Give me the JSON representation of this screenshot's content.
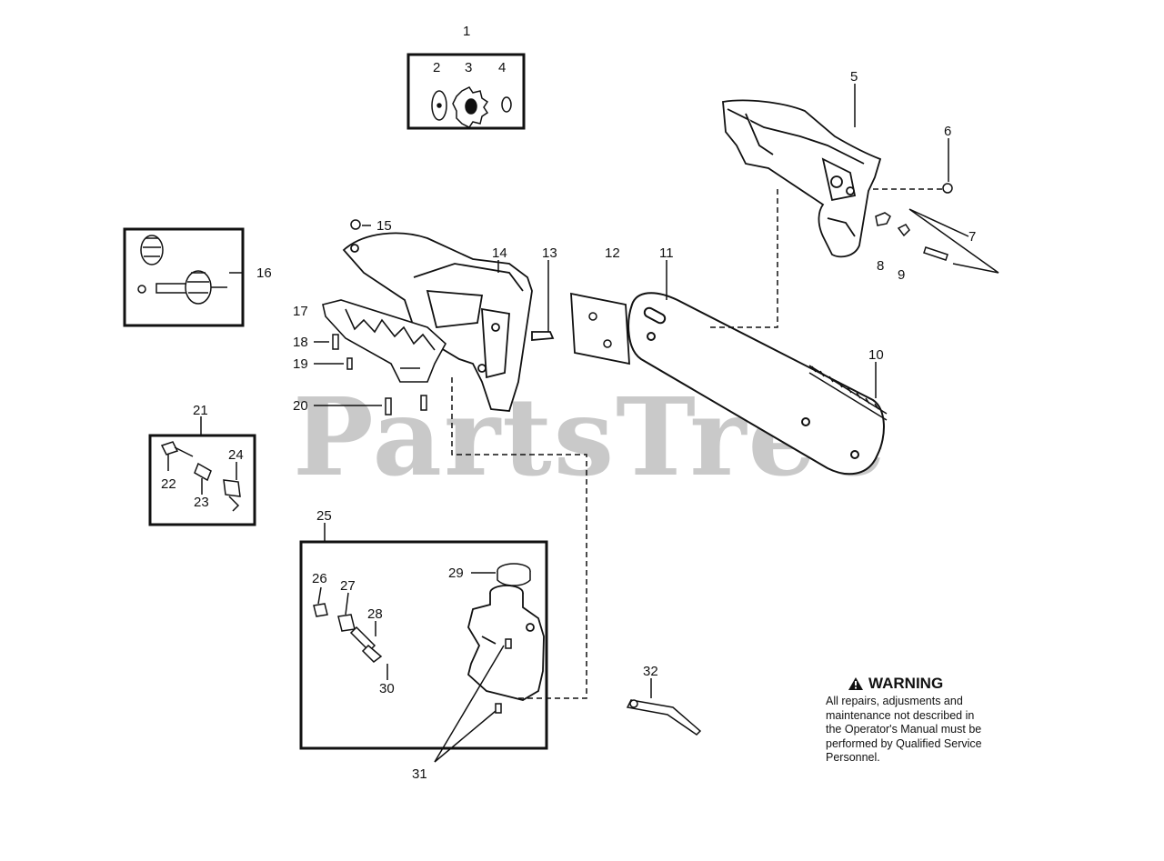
{
  "diagram": {
    "watermark": "PartsTree",
    "trademark": "™",
    "callouts": [
      {
        "id": "c1",
        "text": "1"
      },
      {
        "id": "c2",
        "text": "2"
      },
      {
        "id": "c3",
        "text": "3"
      },
      {
        "id": "c4",
        "text": "4"
      },
      {
        "id": "c5",
        "text": "5"
      },
      {
        "id": "c6",
        "text": "6"
      },
      {
        "id": "c7",
        "text": "7"
      },
      {
        "id": "c8",
        "text": "8"
      },
      {
        "id": "c9",
        "text": "9"
      },
      {
        "id": "c10",
        "text": "10"
      },
      {
        "id": "c11",
        "text": "11"
      },
      {
        "id": "c12",
        "text": "12"
      },
      {
        "id": "c13",
        "text": "13"
      },
      {
        "id": "c14",
        "text": "14"
      },
      {
        "id": "c15",
        "text": "15"
      },
      {
        "id": "c16",
        "text": "16"
      },
      {
        "id": "c17",
        "text": "17"
      },
      {
        "id": "c18",
        "text": "18"
      },
      {
        "id": "c19",
        "text": "19"
      },
      {
        "id": "c20",
        "text": "20"
      },
      {
        "id": "c21",
        "text": "21"
      },
      {
        "id": "c22",
        "text": "22"
      },
      {
        "id": "c23",
        "text": "23"
      },
      {
        "id": "c24",
        "text": "24"
      },
      {
        "id": "c25",
        "text": "25"
      },
      {
        "id": "c26",
        "text": "26"
      },
      {
        "id": "c27",
        "text": "27"
      },
      {
        "id": "c28",
        "text": "28"
      },
      {
        "id": "c29",
        "text": "29"
      },
      {
        "id": "c30",
        "text": "30"
      },
      {
        "id": "c31",
        "text": "31"
      },
      {
        "id": "c32",
        "text": "32"
      }
    ]
  },
  "warning": {
    "title": "WARNING",
    "lines": [
      "All repairs, adjusments and",
      "maintenance not described in",
      "the Operator's Manual must be",
      "performed by Qualified Service",
      "Personnel."
    ]
  }
}
